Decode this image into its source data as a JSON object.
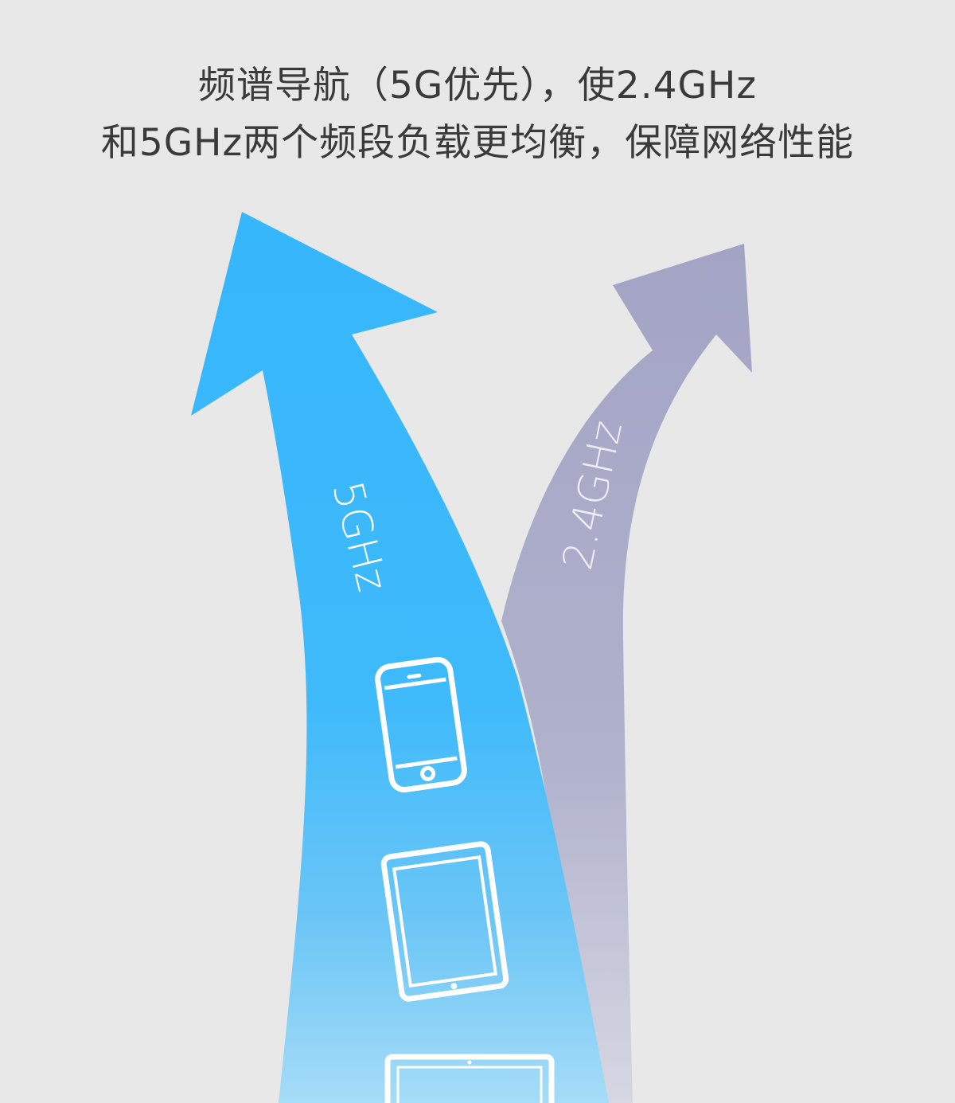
{
  "headline": {
    "line1": "频谱导航（5G优先），使2.4GHz",
    "line2": "和5GHz两个频段负载更均衡，保障网络性能"
  },
  "bands": {
    "primary": {
      "label": "5GHz",
      "color": "#3ab8fb"
    },
    "secondary": {
      "label": "2.4GHz",
      "color": "#a9a9c6"
    }
  },
  "devices": [
    "smartphone-icon",
    "tablet-icon",
    "laptop-icon"
  ],
  "colors": {
    "background": "#e8e8e8",
    "text": "#3a3a3a",
    "icon_outline": "#ffffff"
  }
}
